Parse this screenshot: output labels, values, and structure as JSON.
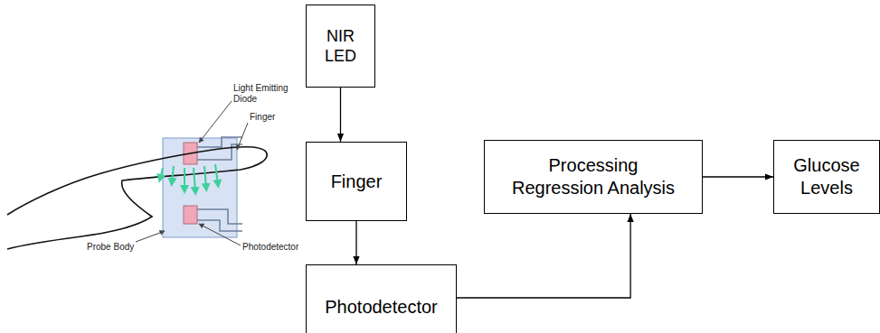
{
  "diagram": {
    "nodes": [
      {
        "text": [
          "NIR LED"
        ]
      },
      {
        "text": [
          "Finger"
        ]
      },
      {
        "text": [
          "Photodetector"
        ]
      },
      {
        "text": [
          "Processing Regression Analysis"
        ]
      },
      {
        "text": [
          "Glucose Levels"
        ]
      }
    ],
    "edges": [
      {
        "from": 0,
        "to": 1,
        "arrow": "to"
      },
      {
        "from": 1,
        "to": 2,
        "arrow": "to"
      },
      {
        "from": 2,
        "to": 3,
        "arrow": "to"
      },
      {
        "from": 3,
        "to": 4,
        "arrow": "to"
      }
    ],
    "labels": [
      "Light Emitting Diode",
      "Finger",
      "Probe Body",
      "Photodetector"
    ]
  }
}
